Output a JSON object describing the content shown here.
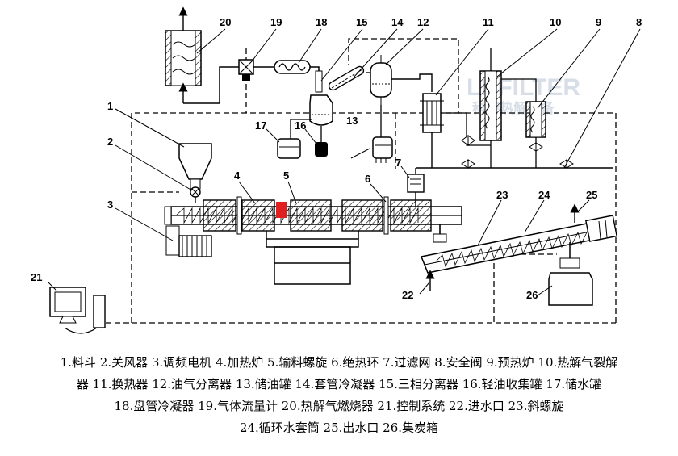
{
  "labels": [
    "1",
    "2",
    "3",
    "4",
    "5",
    "6",
    "7",
    "8",
    "9",
    "10",
    "11",
    "12",
    "13",
    "14",
    "15",
    "16",
    "17",
    "18",
    "19",
    "20",
    "21",
    "22",
    "23",
    "24",
    "25",
    "26"
  ],
  "watermark": {
    "logo": "LEFILTER",
    "text": "科特热解设备"
  },
  "caption": {
    "line1": "1.料斗  2.关风器  3.调频电机  4.加热炉  5.输料螺旋  6.绝热环  7.过滤网  8.安全阀  9.预热炉  10.热解气裂解",
    "line2": "器 11.换热器  12.油气分离器  13.储油罐  14.套管冷凝器  15.三相分离器  16.轻油收集罐  17.储水罐",
    "line3": "18.盘管冷凝器  19.气体流量计  20.热解气燃烧器  21.控制系统  22.进水口  23.斜螺旋",
    "line4": "24.循环水套筒  25.出水口  26.集炭箱"
  }
}
